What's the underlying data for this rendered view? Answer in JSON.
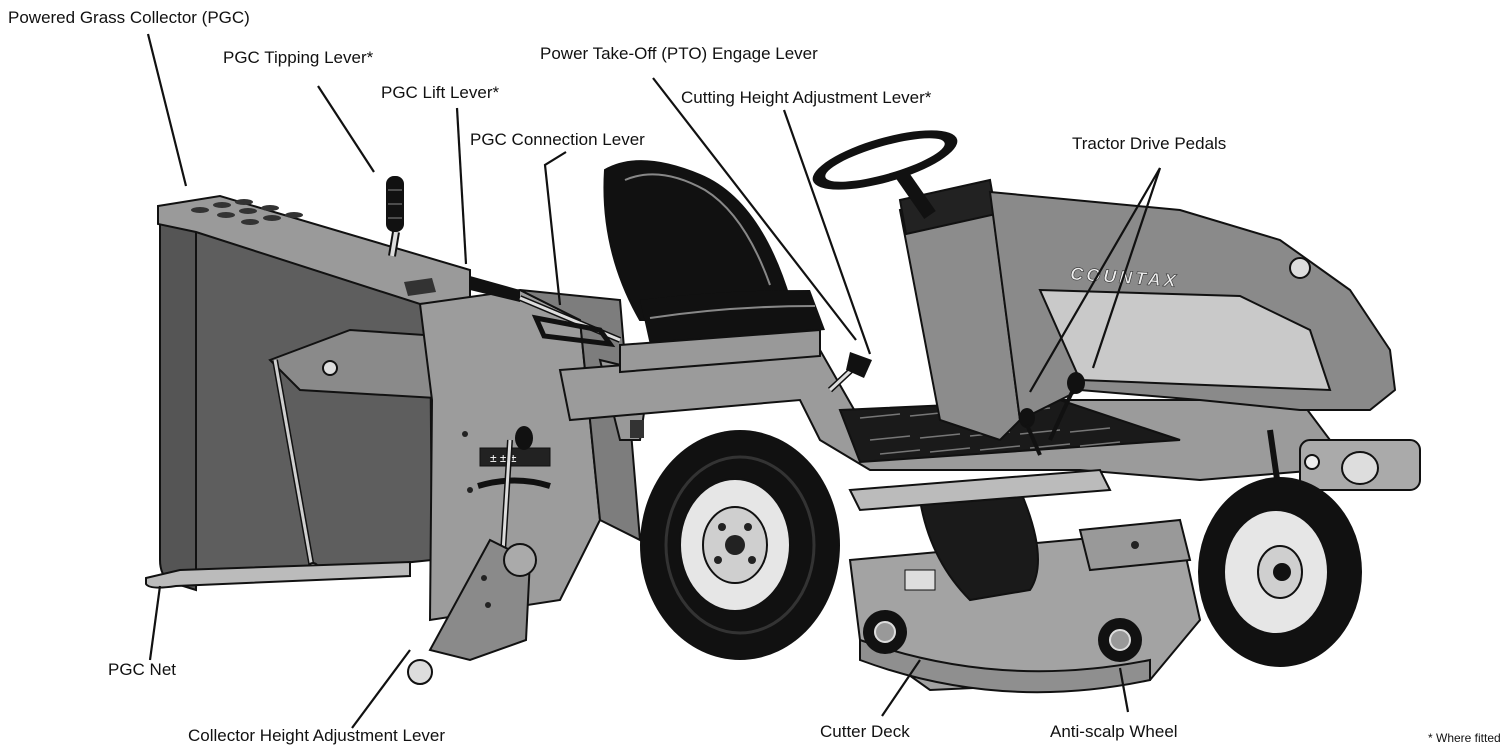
{
  "labels": {
    "pgc": "Powered Grass Collector (PGC)",
    "pgc_tipping_lever": "PGC Tipping Lever*",
    "pgc_lift_lever": "PGC Lift Lever*",
    "pgc_connection_lever": "PGC Connection Lever",
    "pto_lever": "Power Take-Off (PTO) Engage Lever",
    "cutting_height_lever": "Cutting Height Adjustment Lever*",
    "tractor_drive_pedals": "Tractor Drive Pedals",
    "pgc_net": "PGC Net",
    "collector_height_lever": "Collector Height Adjustment Lever",
    "cutter_deck": "Cutter Deck",
    "anti_scalp_wheel": "Anti-scalp Wheel"
  },
  "footnote": "* Where fitted",
  "brand": "COUNTAX",
  "colors": {
    "body": "#8f8f8f",
    "body_light": "#bdbdbd",
    "dark": "#111111",
    "net": "#5a5a5a",
    "line": "#111111"
  }
}
